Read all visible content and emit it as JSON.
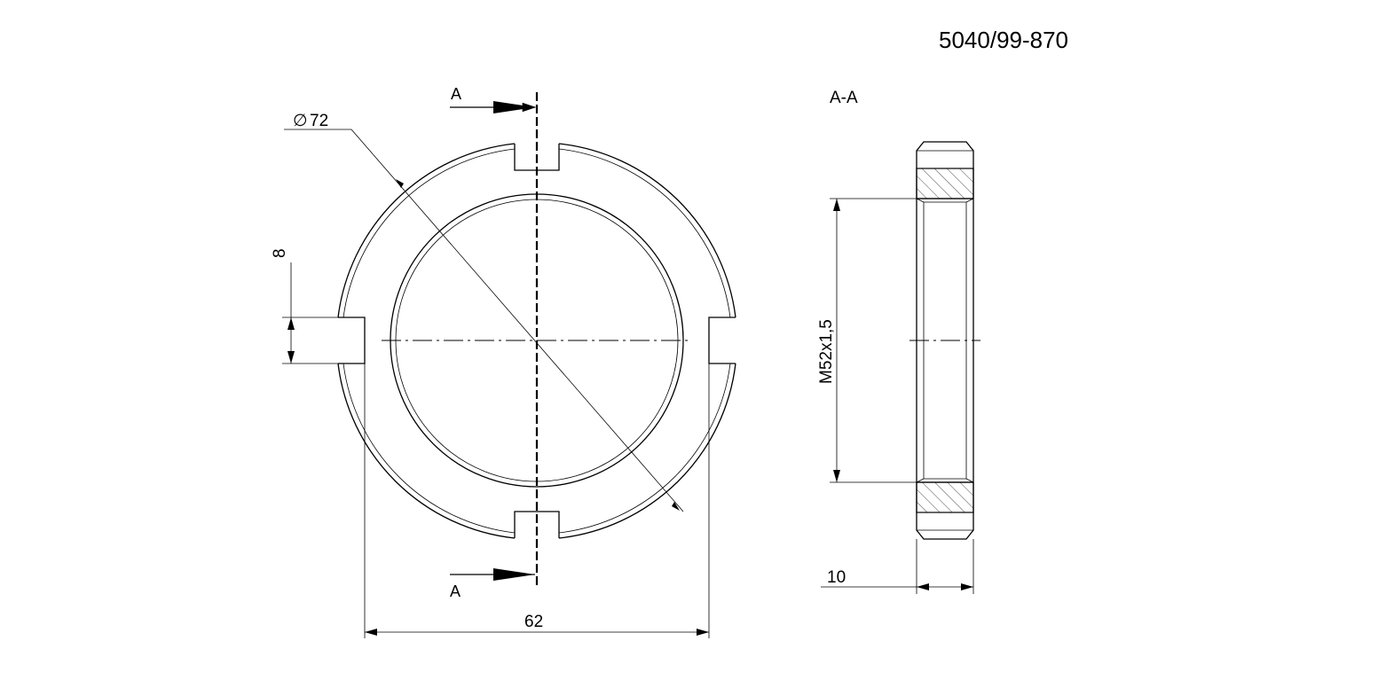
{
  "drawing_number": "5040/99-870",
  "section_marks": {
    "top": "A",
    "bottom": "A",
    "section_title": "A-A"
  },
  "dimensions": {
    "outer_diameter": "72",
    "diameter_symbol": "∅",
    "slot_width": "8",
    "width_across": "62",
    "thread": "M52x1,5",
    "thickness": "10"
  }
}
